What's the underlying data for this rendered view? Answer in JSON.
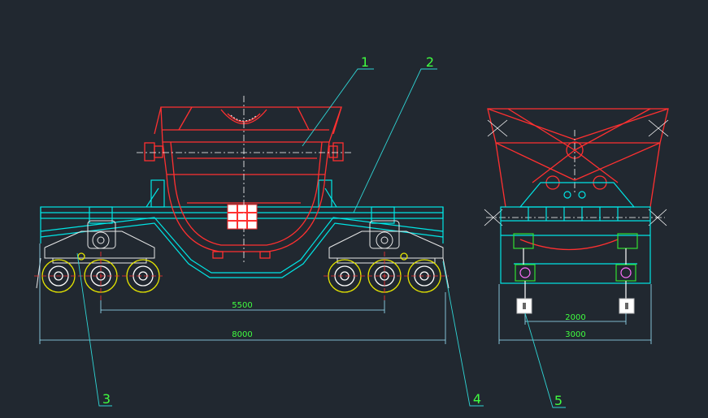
{
  "colors": {
    "background": "#212830",
    "frame": "#00e5e5",
    "body": "#ff3030",
    "leader": "#2fd4d4",
    "callout_text": "#40ff40",
    "dim_line": "#9de8ff",
    "wheel": "#e6e600",
    "white": "#ffffff",
    "green": "#30e030",
    "pink": "#ff70ff"
  },
  "callouts": [
    {
      "id": "1",
      "text": "1"
    },
    {
      "id": "2",
      "text": "2"
    },
    {
      "id": "3",
      "text": "3"
    },
    {
      "id": "4",
      "text": "4"
    },
    {
      "id": "5",
      "text": "5"
    }
  ],
  "dimensions": {
    "bogie_spacing": "5500",
    "overall_length": "8000",
    "gauge": "2000",
    "overall_width": "3000"
  }
}
